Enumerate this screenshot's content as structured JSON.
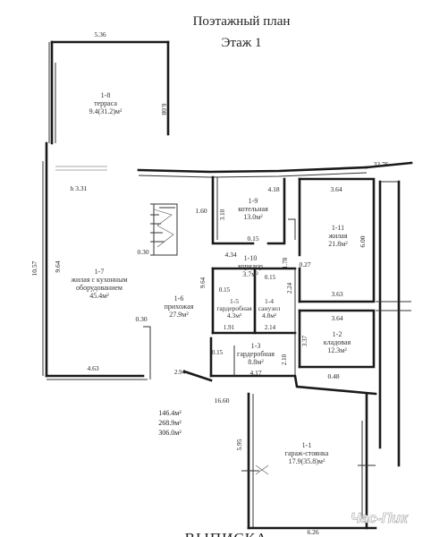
{
  "title": "Поэтажный план",
  "subtitle": "Этаж 1",
  "rooms": [
    {
      "id": "r18",
      "num": "1-8",
      "name": "терраса",
      "area": "9.4(31.2)м²"
    },
    {
      "id": "r19",
      "num": "1-9",
      "name": "котельная",
      "area": "13.0м²"
    },
    {
      "id": "r111",
      "num": "1-11",
      "name": "жилая",
      "area": "21.8м²"
    },
    {
      "id": "r110",
      "num": "1-10",
      "name": "коридор",
      "area": "3.7м²"
    },
    {
      "id": "r17",
      "num": "1-7",
      "name_lines": [
        "жилая с кухонным",
        "оборудованием"
      ],
      "area": "45.4м²"
    },
    {
      "id": "r16",
      "num": "1-6",
      "name": "прихожая",
      "area": "27.9м²"
    },
    {
      "id": "r15",
      "num": "1-5",
      "name": "гардеробная",
      "area": "4.3м²"
    },
    {
      "id": "r14",
      "num": "1-4",
      "name": "санузел",
      "area": "4.8м²"
    },
    {
      "id": "r12",
      "num": "1-2",
      "name": "кладовая",
      "area": "12.3м²"
    },
    {
      "id": "r13",
      "num": "1-3",
      "name": "гардеробная",
      "area": "8.8м²"
    },
    {
      "id": "r11",
      "num": "1-1",
      "name": "гараж-стоянка",
      "area": "17.9(35.8)м²"
    }
  ],
  "dimensions": {
    "d536": "5.36",
    "d608": "6.08",
    "d3276": "32.76",
    "dh331": "h 3.31",
    "d160": "1.60",
    "d310": "3.10",
    "d418": "4.18",
    "d364a": "3.64",
    "d600": "6.00",
    "d1057": "10.57",
    "d964": "9.64",
    "d030a": "0.30",
    "d015a": "0.15",
    "d434": "4.34",
    "d178": "1.78",
    "d027": "0.27",
    "d964b": "9.64",
    "d015b": "0.15",
    "d015c": "0.15",
    "d224": "2.24",
    "d363": "3.63",
    "d364b": "3.64",
    "d030b": "0.30",
    "d191": "1.91",
    "d214": "2.14",
    "d337": "3.37",
    "d015d": "0.15",
    "d210": "2.10",
    "d048": "0.48",
    "d463": "4.63",
    "d294": "2.94",
    "d417": "4.17",
    "d1660": "16.60",
    "d595": "5.95",
    "d626": "6.26"
  },
  "totals": [
    "146.4м²",
    "268.9м²",
    "306.0м²"
  ],
  "bottom_text": "ВЫПИСКА",
  "watermark": "Час-Пик"
}
